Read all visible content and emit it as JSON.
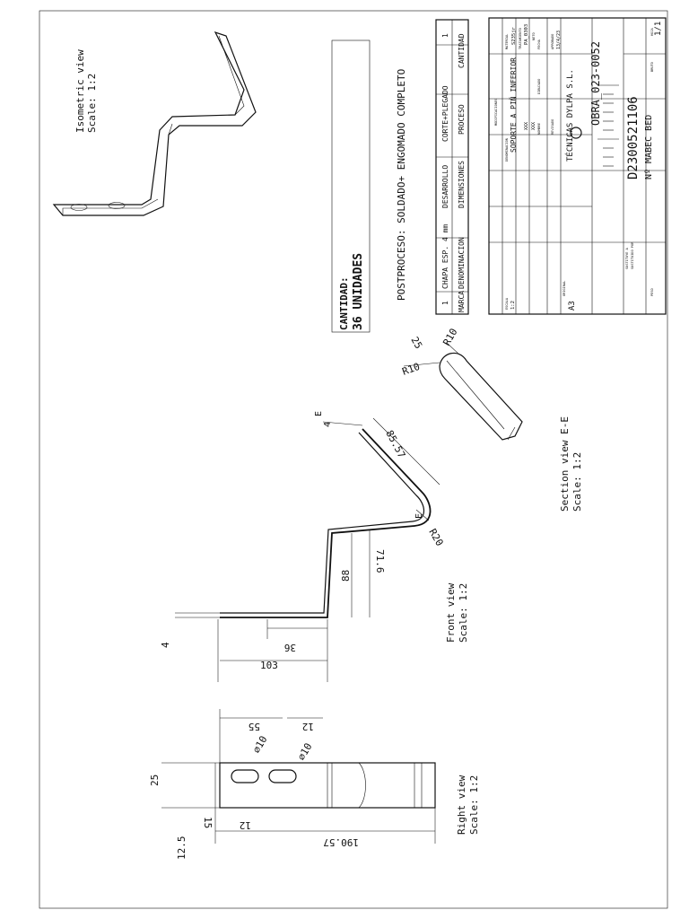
{
  "views": {
    "isometric": {
      "title": "Isometric view",
      "scale": "Scale: 1:2"
    },
    "front": {
      "title": "Front view",
      "scale": "Scale: 1:2"
    },
    "right": {
      "title": "Right view",
      "scale": "Scale: 1:2"
    },
    "section": {
      "title": "Section view E-E",
      "scale": "Scale: 1:2"
    }
  },
  "quantity_box": {
    "label": "CANTIDAD:",
    "value": "36 UNIDADES"
  },
  "postprocess": "POSTPROCESO: SOLDADO+ ENGOMADO COMPLETO",
  "parts_table": {
    "columns": [
      "MARCA",
      "DENOMINACION",
      "DIMENSIONES",
      "PROCESO",
      "CANTIDAD"
    ],
    "row": [
      "1",
      "CHAPA ESP. 4 mm",
      "DESARROLLO",
      "CORTE+PLEGADO",
      "1"
    ]
  },
  "dimensions": {
    "front": [
      "4",
      "103",
      "36",
      "88",
      "71.6",
      "85.57",
      "R20",
      "4",
      "E",
      "E"
    ],
    "right": [
      "25",
      "12.5",
      "15",
      "12",
      "190.57",
      "55",
      "12",
      "⌀10",
      "⌀10"
    ],
    "section": [
      "25",
      "R10",
      "R10"
    ]
  },
  "title_block": {
    "company": "TÉCNICAS DYLPA S.L.",
    "denomination": "SOPORTE A PIÑ INFERIOR",
    "obra": "OBRA_023-0052",
    "code": "D2300521106",
    "machine": "Nº MABEC BED",
    "size": "A3",
    "sheet": "1/1",
    "material": "S235jr",
    "finish": "PA_0303",
    "scale": "1:2",
    "fields": [
      "MATERIAL",
      "TRATAMIENTO",
      "ESCALA",
      "DENOMINACION",
      "MODIFICACIONES",
      "DIBUJADO",
      "FECHA",
      "NOMBRE",
      "REVISADO",
      "APROBADO",
      "ORIGINAL",
      "HOJA",
      "SUSTITUYE A",
      "SUSTITUIDO POR",
      "PESO",
      "BRUTO",
      "NETO"
    ],
    "values": [
      "XXX",
      "XXX",
      "13/4/23",
      "D2300521106"
    ]
  }
}
